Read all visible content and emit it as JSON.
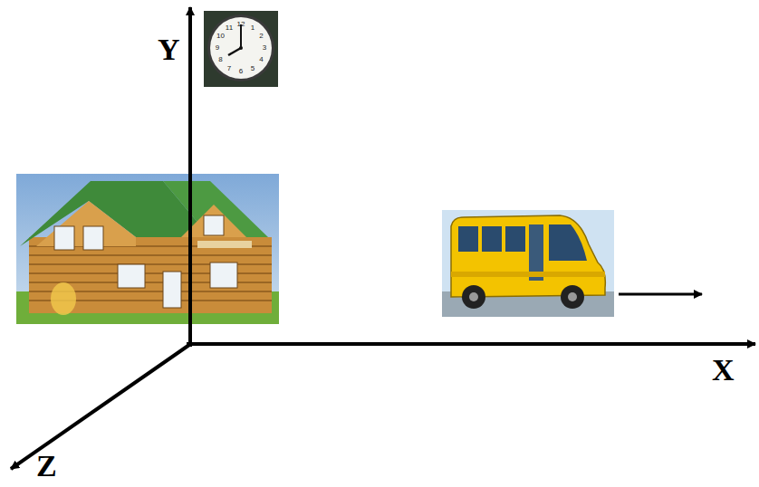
{
  "diagram": {
    "labels": [
      "Y",
      "X",
      "Z",
      "12",
      "1",
      "2",
      "3",
      "4",
      "5",
      "6",
      "7",
      "8",
      "9",
      "10",
      "11"
    ]
  }
}
